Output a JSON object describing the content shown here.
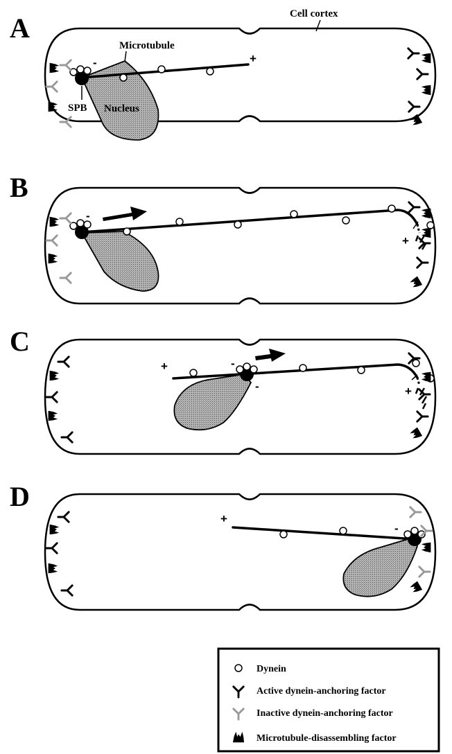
{
  "panels": [
    {
      "letter": "A",
      "minus": "-",
      "plus": "+",
      "labels": {
        "cortex": "Cell cortex",
        "microtubule": "Microtubule",
        "spb": "SPB",
        "nucleus": "Nucleus"
      }
    },
    {
      "letter": "B",
      "minus": "-",
      "plus": "+"
    },
    {
      "letter": "C",
      "minus_left": "-",
      "minus_right": "-",
      "plus_left": "+",
      "plus_right": "+"
    },
    {
      "letter": "D",
      "minus": "-",
      "plus": "+"
    }
  ],
  "legend": {
    "items": [
      {
        "label": "Dynein",
        "icon": "dynein-icon"
      },
      {
        "label": "Active dynein-anchoring factor",
        "icon": "active-anchor-icon"
      },
      {
        "label": "Inactive dynein-anchoring factor",
        "icon": "inactive-anchor-icon"
      },
      {
        "label": "Microtubule-disassembling factor",
        "icon": "disassembling-factor-icon"
      }
    ]
  },
  "colors": {
    "active": "#000000",
    "inactive": "#999999",
    "nucleus_fill": "#aaaaaa"
  }
}
